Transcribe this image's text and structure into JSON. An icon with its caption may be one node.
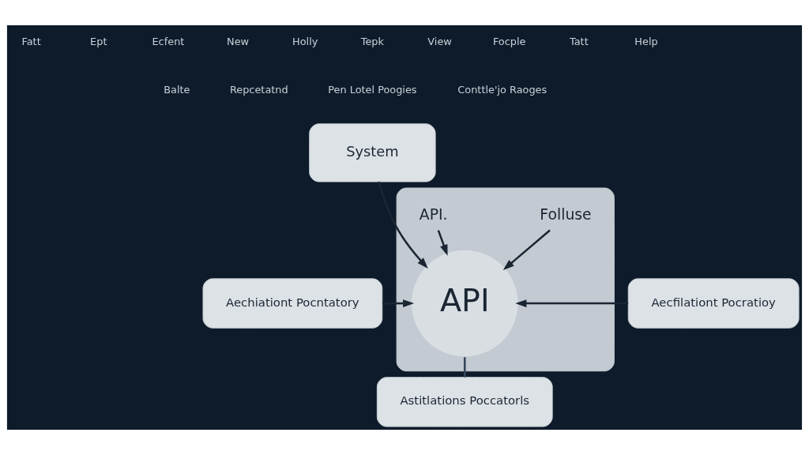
{
  "diagram": {
    "nodes": [
      {
        "text": [],
        "shape": "cloud"
      },
      {
        "text": [
          "System"
        ]
      },
      {
        "text": [
          "API."
        ],
        "in": 0
      },
      {
        "text": [
          "Folluse"
        ],
        "in": 0
      },
      {
        "text": [
          "Aechiationt Pocntatory"
        ]
      },
      {
        "text": [
          "API"
        ],
        "in": 0
      },
      {
        "text": [
          "Aecfilationt Pocratioy"
        ]
      },
      {
        "text": [
          "Astitlations Poccatorls"
        ]
      }
    ],
    "edges": [
      {
        "from": 1,
        "to": 5,
        "arrow": "to"
      },
      {
        "from": 2,
        "to": 5,
        "arrow": "to"
      },
      {
        "from": 3,
        "to": 5,
        "arrow": "to"
      },
      {
        "from": 4,
        "to": 5,
        "arrow": "to"
      },
      {
        "from": 6,
        "to": 5,
        "arrow": "to"
      },
      {
        "from": 5,
        "to": 7,
        "arrow": "none",
        "color": "#34465a"
      }
    ],
    "labels": [
      "Fatt",
      "Ept",
      "Ecfent",
      "New",
      "Holly",
      "Tepk",
      "View",
      "Focple",
      "Tatt",
      "Help",
      "Balte",
      "Repcetatnd",
      "Pen Lotel Poogies",
      "Conttle'jo Raoges"
    ]
  }
}
